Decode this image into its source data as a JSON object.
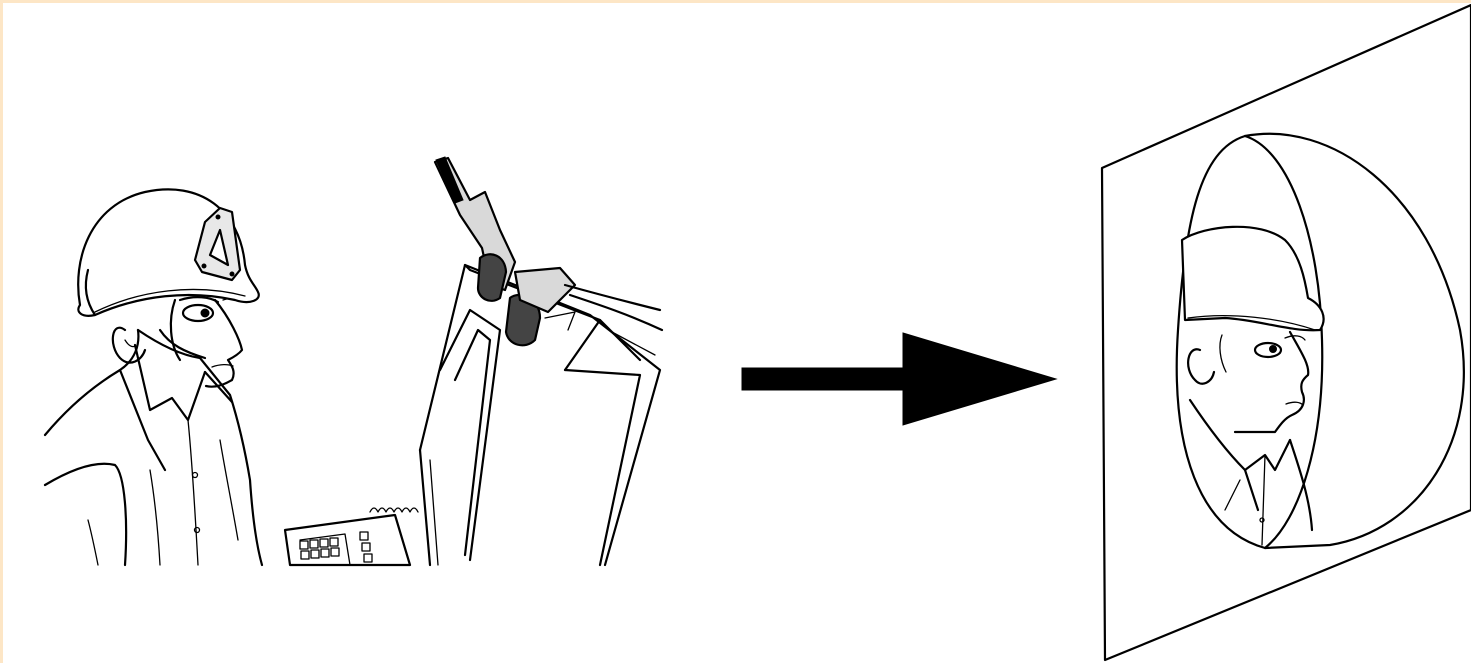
{
  "diagram": {
    "type": "illustration",
    "colors": {
      "frame": "#fde6c6",
      "ink": "#000000",
      "background": "#ffffff"
    },
    "nodes": [
      {
        "id": "operator-at-workstation",
        "icon": "helmeted-worker-with-computer-and-head-tracker"
      },
      {
        "id": "projected-face-on-screen",
        "icon": "helmeted-face-on-curved-surface"
      }
    ],
    "edges": [
      {
        "from": "operator-at-workstation",
        "to": "projected-face-on-screen",
        "style": "thick-arrow"
      }
    ]
  }
}
